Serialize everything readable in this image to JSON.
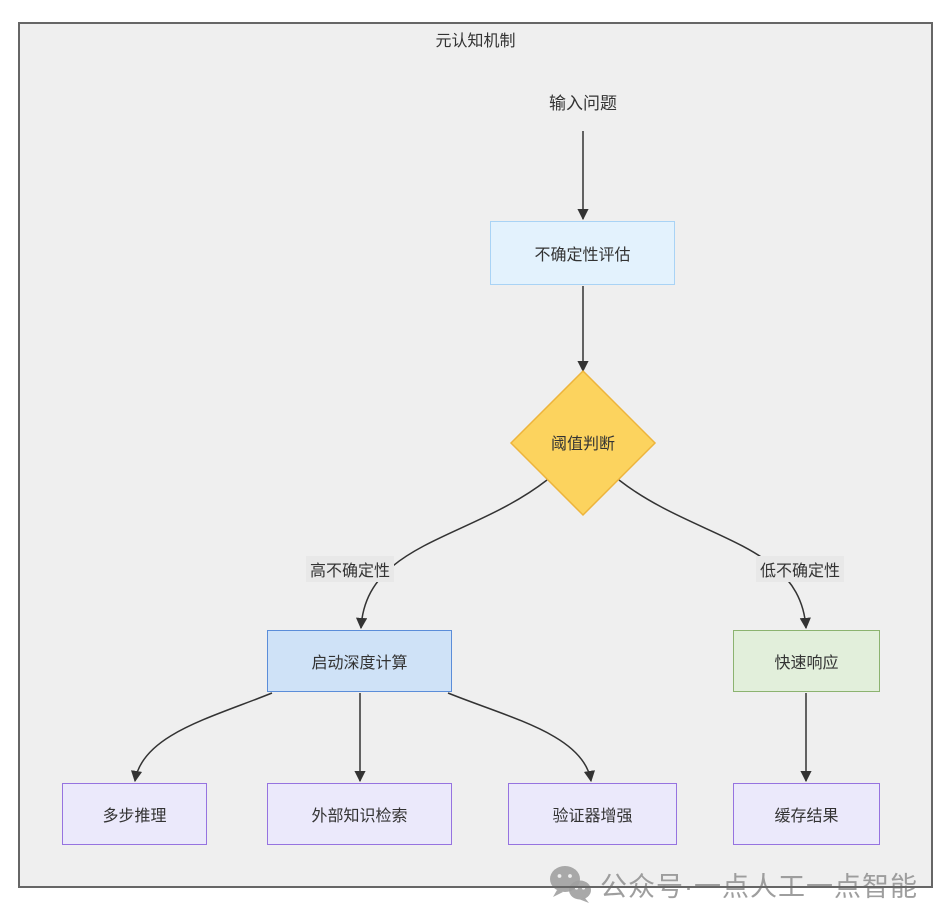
{
  "diagram": {
    "title": "元认知机制",
    "nodes": {
      "input": {
        "label": "输入问题"
      },
      "assess": {
        "label": "不确定性评估"
      },
      "threshold": {
        "label": "阈值判断"
      },
      "deep": {
        "label": "启动深度计算"
      },
      "fast": {
        "label": "快速响应"
      },
      "multistep": {
        "label": "多步推理"
      },
      "retrieval": {
        "label": "外部知识检索"
      },
      "verifier": {
        "label": "验证器增强"
      },
      "cache": {
        "label": "缓存结果"
      }
    },
    "edge_labels": {
      "high": "高不确定性",
      "low": "低不确定性"
    },
    "colors": {
      "canvas_bg": "#efefef",
      "canvas_border": "#666666",
      "assess_fill": "#e3f2fd",
      "assess_border": "#a9d3f5",
      "deep_fill": "#cfe2f7",
      "deep_border": "#5b8dd9",
      "fast_fill": "#e2efdb",
      "fast_border": "#8cb370",
      "diamond_fill": "#fcd35e",
      "diamond_border": "#edb43c",
      "result_fill": "#ebe9fb",
      "result_border": "#9673e0",
      "edge_stroke": "#333333",
      "edge_label_bg": "#e8e8e8",
      "text": "#333333",
      "watermark": "#949494"
    }
  },
  "watermark": {
    "text": "公众号·一点人工一点智能"
  }
}
